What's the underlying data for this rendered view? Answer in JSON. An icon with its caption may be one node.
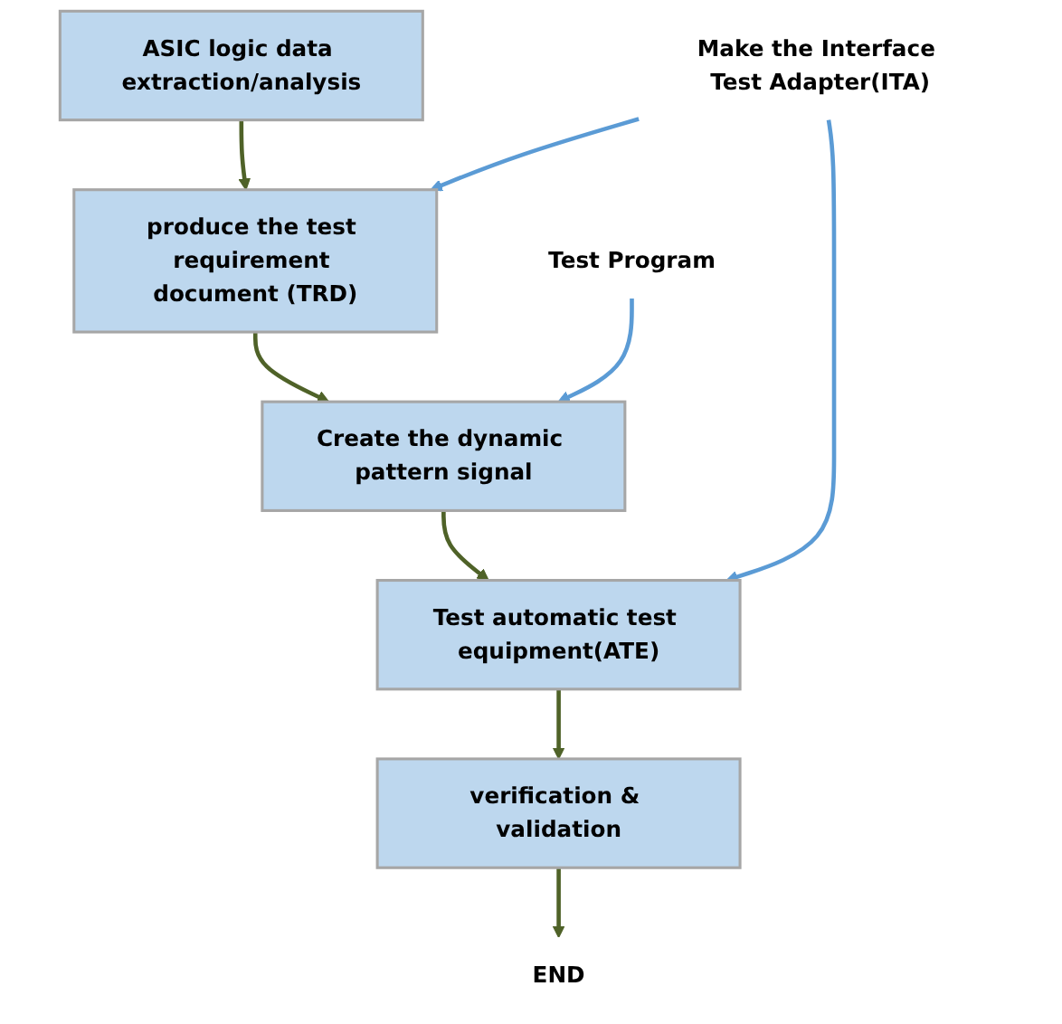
{
  "diagram": {
    "nodes": [
      {
        "text": [
          "ASIC logic data extraction/analysis"
        ]
      },
      {
        "text": [
          "produce the test requirement document (TRD)"
        ]
      },
      {
        "text": [
          "Create the dynamic pattern signal"
        ]
      },
      {
        "text": [
          "Test automatic test equipment(ATE)"
        ]
      },
      {
        "text": [
          "verification & validation"
        ]
      },
      {
        "text": [
          "Test Program"
        ]
      },
      {
        "text": [
          "Make the Interface Test Adapter(ITA)"
        ]
      },
      {
        "text": [
          "END"
        ]
      }
    ],
    "edges": [
      {
        "from": 0,
        "to": 1,
        "arrow": "to"
      },
      {
        "from": 1,
        "to": 2,
        "arrow": "to"
      },
      {
        "from": 2,
        "to": 3,
        "arrow": "to"
      },
      {
        "from": 3,
        "to": 4,
        "arrow": "to"
      },
      {
        "from": 4,
        "to": 7,
        "arrow": "to"
      },
      {
        "from": 5,
        "to": 2,
        "arrow": "to",
        "color": "#5b9bd5"
      },
      {
        "from": 6,
        "to": 1,
        "arrow": "to",
        "color": "#5b9bd5"
      },
      {
        "from": 6,
        "to": 3,
        "arrow": "to",
        "color": "#5b9bd5"
      }
    ]
  }
}
